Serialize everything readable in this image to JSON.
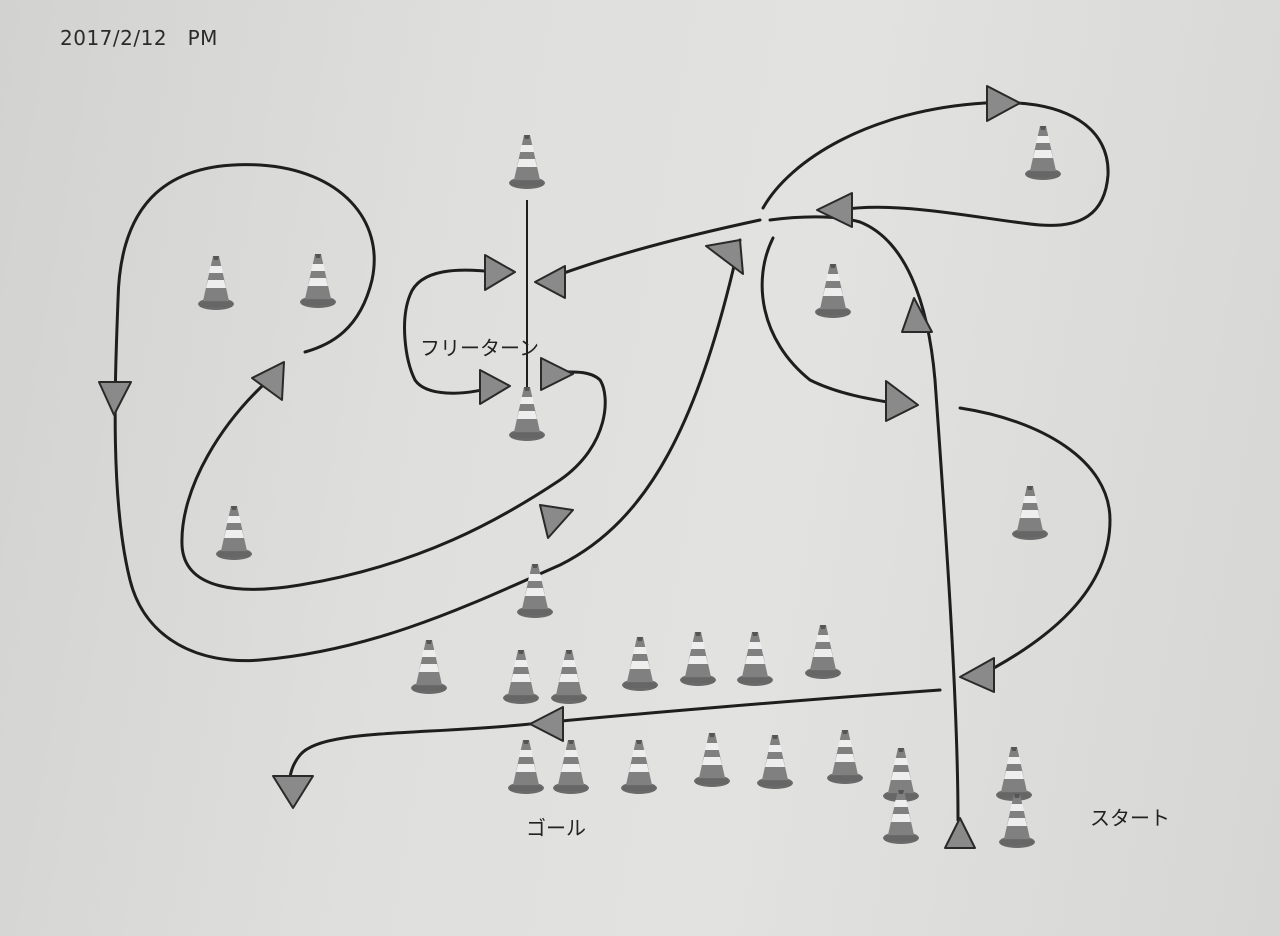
{
  "header": {
    "date_stamp": "2017/2/12   PM"
  },
  "labels": {
    "free_turn": "フリーターン",
    "goal": "ゴール",
    "start": "スタート"
  },
  "colors": {
    "paper": "#e0e0de",
    "ink": "#1e1e1e",
    "arrowhead_fill": "#8a8a8a",
    "cone": "#7c7c7c"
  }
}
